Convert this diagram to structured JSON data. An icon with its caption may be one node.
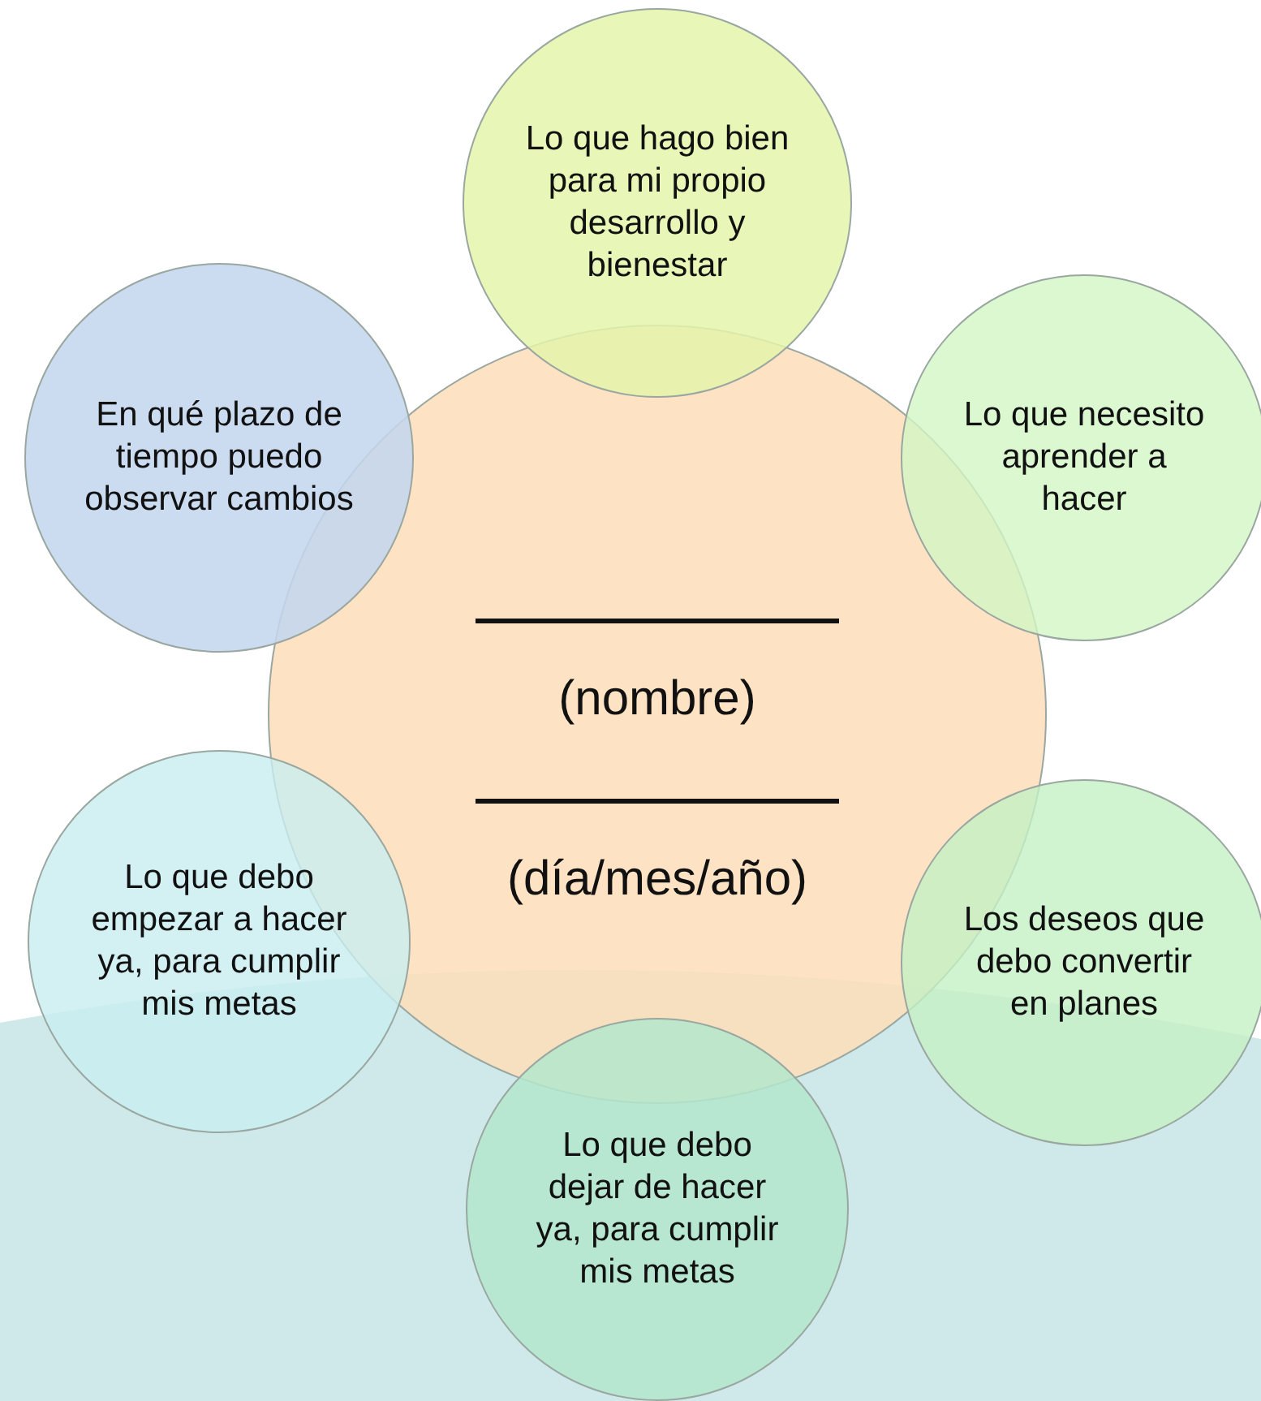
{
  "diagram": {
    "nodes": [
      {
        "text": [
          "(nombre)",
          "(día/mes/año)"
        ]
      },
      {
        "text": [
          "Lo que hago bien para mi propio desarrollo y bienestar"
        ]
      },
      {
        "text": [
          "En qué plazo de tiempo puedo observar cambios"
        ]
      },
      {
        "text": [
          "Lo que necesito aprender a hacer"
        ]
      },
      {
        "text": [
          "Lo que debo empezar a hacer ya, para cumplir mis metas"
        ]
      },
      {
        "text": [
          "Los deseos que debo convertir en planes"
        ]
      },
      {
        "text": [
          "Lo que debo dejar de hacer ya, para cumplir mis metas"
        ]
      }
    ]
  }
}
